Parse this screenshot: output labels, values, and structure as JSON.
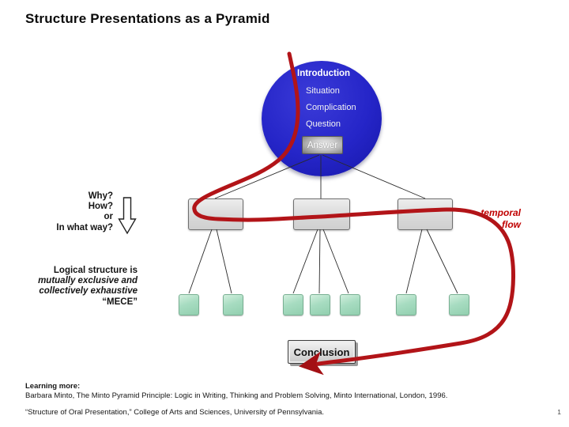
{
  "slide": {
    "title": "Structure Presentations as a Pyramid",
    "page_number": "1"
  },
  "diagram": {
    "intro_circle": {
      "heading": "Introduction",
      "items": [
        "Situation",
        "Complication",
        "Question"
      ],
      "answer_label": "Answer"
    },
    "level2_box_count": 3,
    "level3_box_count": 7,
    "conclusion_label": "Conclusion",
    "colors": {
      "circle_blue": "#2525c8",
      "box_gray": "#dcdcdc",
      "box_green": "#a7dcc1",
      "flow_red": "#b21418",
      "temporal_text_red": "#c00000"
    }
  },
  "annotations": {
    "question_lines": [
      "Why?",
      "How?",
      "or",
      "In what way?"
    ],
    "logic_lines": [
      "Logical structure is",
      "mutually exclusive and",
      "collectively exhaustive",
      "“MECE”"
    ],
    "temporal_flow_lines": [
      "temporal",
      "flow"
    ]
  },
  "icons": {
    "down_block_arrow": "hollow block arrow pointing down",
    "temporal_flow_arrow": "red curved arrow ending at conclusion"
  },
  "footer": {
    "learning_more_label": "Learning more:",
    "reference1": "Barbara Minto, The Minto Pyramid Principle: Logic in Writing, Thinking and Problem Solving, Minto International, London, 1996.",
    "reference2": "“Structure of Oral Presentation,” College of Arts and Sciences, University of Pennsylvania."
  }
}
